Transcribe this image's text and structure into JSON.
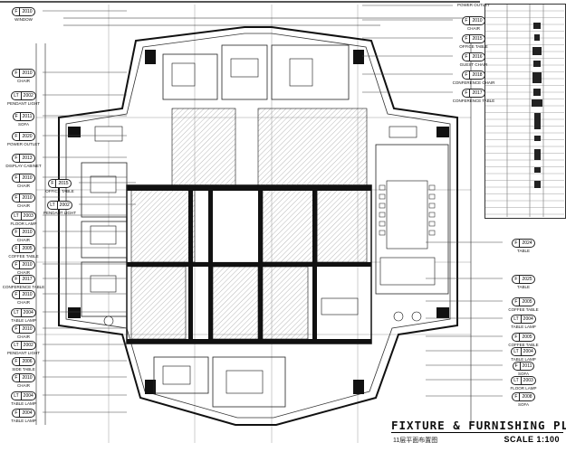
{
  "title": "FIXTURE & FURNISHING PLAN",
  "subtitle": "11层平面布置图",
  "scale": "SCALE 1:100",
  "callouts_left": [
    {
      "t": "F",
      "c": "2010",
      "label": "WINDOW"
    },
    {
      "t": "F",
      "c": "2010",
      "label": "CHAIR"
    },
    {
      "t": "LT",
      "c": "2002",
      "label": "PENDANT LIGHT"
    },
    {
      "t": "F",
      "c": "2011",
      "label": "SOFA"
    },
    {
      "t": "F",
      "c": "2020",
      "label": "POWER OUTLET"
    },
    {
      "t": "F",
      "c": "2013",
      "label": "DISPLAY CABINET"
    },
    {
      "t": "F",
      "c": "2010",
      "label": "CHAIR"
    },
    {
      "t": "F",
      "c": "2010",
      "label": "CHAIR"
    },
    {
      "t": "LT",
      "c": "2003",
      "label": "FLOOR LAMP"
    },
    {
      "t": "F",
      "c": "2010",
      "label": "CHAIR"
    },
    {
      "t": "F",
      "c": "2005",
      "label": "COFFEE TABLE"
    },
    {
      "t": "F",
      "c": "2010",
      "label": "CHAIR"
    },
    {
      "t": "F",
      "c": "2017",
      "label": "CONFERENCE TABLE"
    },
    {
      "t": "F",
      "c": "2010",
      "label": "CHAIR"
    },
    {
      "t": "LT",
      "c": "2004",
      "label": "TABLE LAMP"
    },
    {
      "t": "F",
      "c": "2010",
      "label": "CHAIR"
    },
    {
      "t": "LT",
      "c": "2002",
      "label": "PENDANT LIGHT"
    },
    {
      "t": "F",
      "c": "2006",
      "label": "SIDE TABLE"
    },
    {
      "t": "F",
      "c": "2010",
      "label": "CHAIR"
    },
    {
      "t": "LT",
      "c": "2004",
      "label": "TABLE LAMP"
    },
    {
      "t": "F",
      "c": "2004",
      "label": "TABLE LAMP"
    }
  ],
  "callouts_inner": [
    {
      "t": "F",
      "c": "2015",
      "label": "OFFICE TABLE"
    },
    {
      "t": "LT",
      "c": "2002",
      "label": "PENDANT LIGHT"
    }
  ],
  "callouts_top_right": [
    {
      "t": "",
      "c": "",
      "label": "POWER OUTLET"
    },
    {
      "t": "F",
      "c": "2010",
      "label": "CHAIR"
    },
    {
      "t": "F",
      "c": "2015",
      "label": "OFFICE TABLE"
    },
    {
      "t": "F",
      "c": "2016",
      "label": "GUEST CHAIR"
    },
    {
      "t": "F",
      "c": "2018",
      "label": "CONFERENCE CHAIR"
    },
    {
      "t": "F",
      "c": "2017",
      "label": "CONFERENCE TABLE"
    }
  ],
  "callouts_right": [
    {
      "t": "F",
      "c": "2024",
      "label": "TABLE"
    },
    {
      "t": "F",
      "c": "2025",
      "label": "TABLE"
    },
    {
      "t": "F",
      "c": "2005",
      "label": "COFFEE TABLE"
    },
    {
      "t": "LT",
      "c": "2004",
      "label": "TABLE LAMP"
    },
    {
      "t": "F",
      "c": "2005",
      "label": "COFFEE TABLE"
    },
    {
      "t": "LT",
      "c": "2004",
      "label": "TABLE LAMP"
    },
    {
      "t": "F",
      "c": "2011",
      "label": "SOFA"
    },
    {
      "t": "LT",
      "c": "2003",
      "label": "FLOOR LAMP"
    },
    {
      "t": "F",
      "c": "2008",
      "label": "SOFA"
    }
  ]
}
